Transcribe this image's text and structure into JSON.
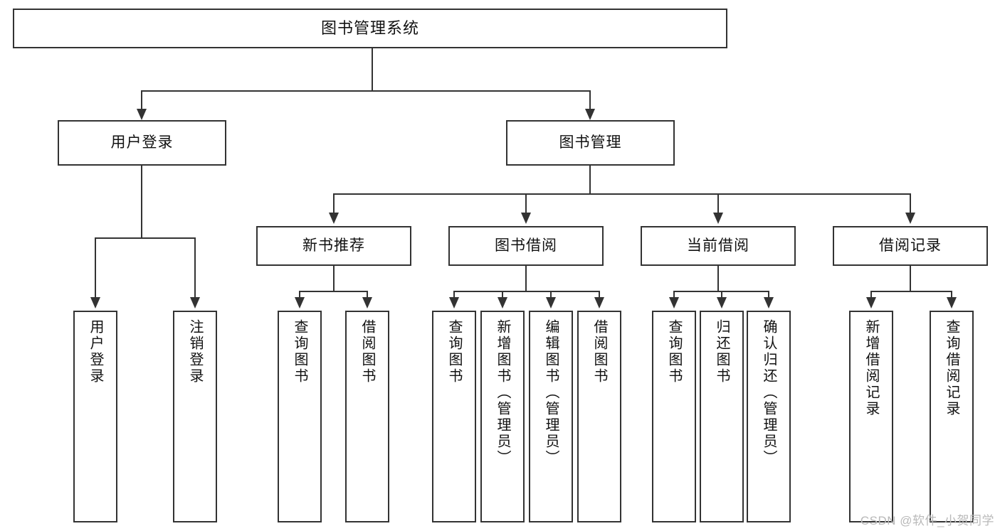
{
  "diagram": {
    "type": "tree-hierarchy",
    "title": "图书管理系统",
    "watermark": "CSDN @软件_小贺同学",
    "colors": {
      "background": "#ffffff",
      "stroke": "#333333",
      "text": "#111111",
      "watermark": "#b9b9b9"
    },
    "root": {
      "label": "图书管理系统"
    },
    "level1": [
      {
        "id": "user-login",
        "label": "用户登录"
      },
      {
        "id": "book-management",
        "label": "图书管理"
      }
    ],
    "level2": [
      {
        "id": "new-book-recommend",
        "label": "新书推荐",
        "parent": "book-management"
      },
      {
        "id": "book-borrow",
        "label": "图书借阅",
        "parent": "book-management"
      },
      {
        "id": "current-borrow",
        "label": "当前借阅",
        "parent": "book-management"
      },
      {
        "id": "borrow-record",
        "label": "借阅记录",
        "parent": "book-management"
      }
    ],
    "leaves": {
      "user-login": [
        {
          "id": "leaf-user-login",
          "label": "用户登录"
        },
        {
          "id": "leaf-user-logout",
          "label": "注销登录"
        }
      ],
      "new-book-recommend": [
        {
          "id": "leaf-query-book-1",
          "label": "查询图书"
        },
        {
          "id": "leaf-borrow-book-1",
          "label": "借阅图书"
        }
      ],
      "book-borrow": [
        {
          "id": "leaf-query-book-2",
          "label": "查询图书"
        },
        {
          "id": "leaf-add-book",
          "label": "新增图书（管理员）"
        },
        {
          "id": "leaf-edit-book",
          "label": "编辑图书（管理员）"
        },
        {
          "id": "leaf-borrow-book-2",
          "label": "借阅图书"
        }
      ],
      "current-borrow": [
        {
          "id": "leaf-query-book-3",
          "label": "查询图书"
        },
        {
          "id": "leaf-return-book",
          "label": "归还图书"
        },
        {
          "id": "leaf-confirm-return",
          "label": "确认归还（管理员）"
        }
      ],
      "borrow-record": [
        {
          "id": "leaf-add-record",
          "label": "新增借阅记录"
        },
        {
          "id": "leaf-query-record",
          "label": "查询借阅记录"
        }
      ]
    }
  }
}
